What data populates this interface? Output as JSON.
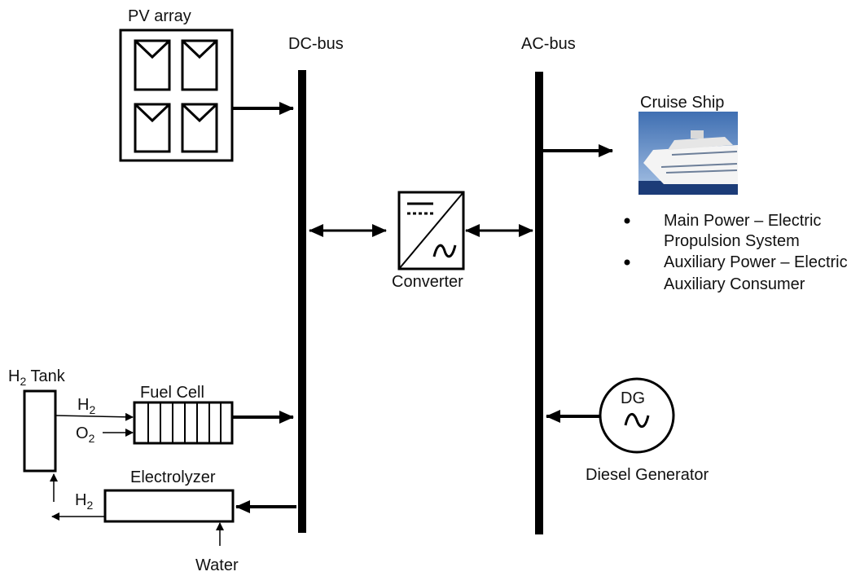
{
  "labels": {
    "pv_array": "PV array",
    "dc_bus": "DC-bus",
    "ac_bus": "AC-bus",
    "cruise_ship": "Cruise Ship",
    "converter": "Converter",
    "h2_tank_main": "H",
    "h2_tank_sub": "2",
    "h2_tank_rest": " Tank",
    "fuel_cell": "Fuel Cell",
    "h2_in_main": "H",
    "h2_in_sub": "2",
    "o2_in_main": "O",
    "o2_in_sub": "2",
    "electrolyzer": "Electrolyzer",
    "h2_out_main": "H",
    "h2_out_sub": "2",
    "water": "Water",
    "dg": "DG",
    "diesel_generator": "Diesel Generator"
  },
  "bullets": [
    {
      "line1": "Main Power – Electric",
      "line2": "Propulsion System"
    },
    {
      "line1": "Auxiliary Power – Electric",
      "line2": "Auxiliary  Consumer"
    }
  ],
  "colors": {
    "line": "#000000",
    "sky_top": "#3f6fb2",
    "sky_bottom": "#a9c4e6",
    "sea": "#1c3c78",
    "hull": "#f4f4f4"
  }
}
